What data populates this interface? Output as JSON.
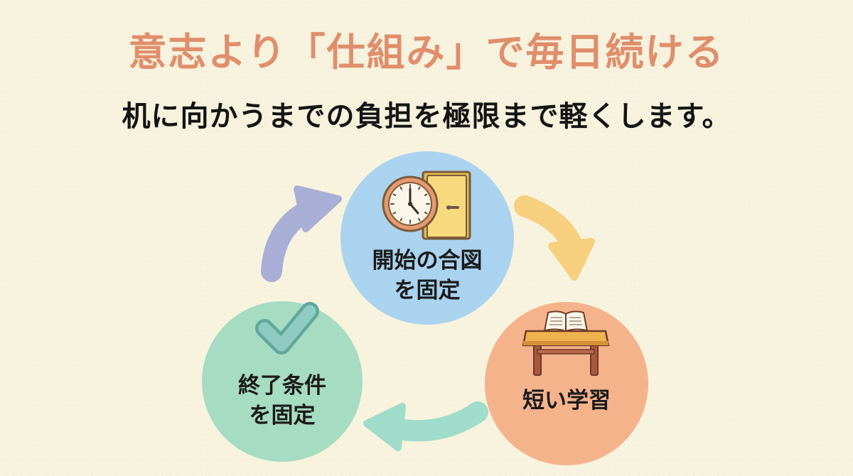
{
  "title": "意志より「仕組み」で毎日続ける",
  "subtitle": "机に向かうまでの負担を極限まで軽くします。",
  "cycle": {
    "steps": [
      {
        "line1": "開始の合図",
        "line2": "を固定",
        "icon": "clock-and-door-icon",
        "color": "#a9d3ef"
      },
      {
        "line1": "短い学習",
        "line2": "",
        "icon": "open-book-on-desk-icon",
        "color": "#f5b38c"
      },
      {
        "line1": "終了条件",
        "line2": "を固定",
        "icon": "checkmark-icon",
        "color": "#a6dcc1"
      }
    ],
    "arrows": [
      {
        "from": "終了条件を固定",
        "to": "開始の合図を固定",
        "color": "#a8aed6"
      },
      {
        "from": "開始の合図を固定",
        "to": "短い学習",
        "color": "#f6cf7f"
      },
      {
        "from": "短い学習",
        "to": "終了条件を固定",
        "color": "#9fdcca"
      }
    ]
  }
}
